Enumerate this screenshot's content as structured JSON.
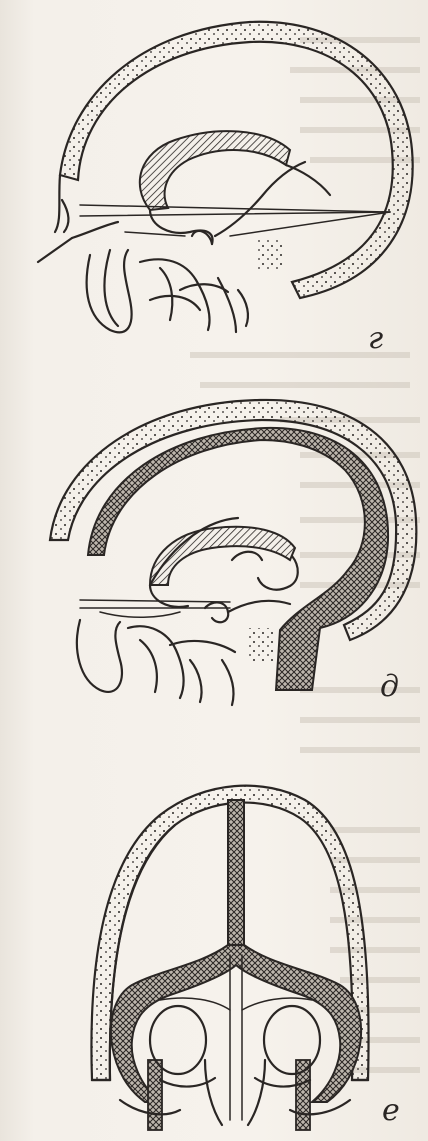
{
  "figure": {
    "panels": [
      {
        "id": "g",
        "label": "г"
      },
      {
        "id": "d",
        "label": "д"
      },
      {
        "id": "e",
        "label": "е"
      }
    ]
  },
  "colors": {
    "ink": "#2a2624",
    "paper": "#f4f0ea"
  }
}
